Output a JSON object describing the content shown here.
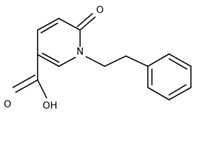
{
  "molecule": {
    "atoms": {
      "carbonyl_oxygen": "O",
      "ring_nitrogen": "N",
      "carboxyl_oxygen": "O",
      "hydroxyl": "OH"
    }
  },
  "colors": {
    "bond": "#000000",
    "label": "#000000",
    "background": "#ffffff"
  }
}
